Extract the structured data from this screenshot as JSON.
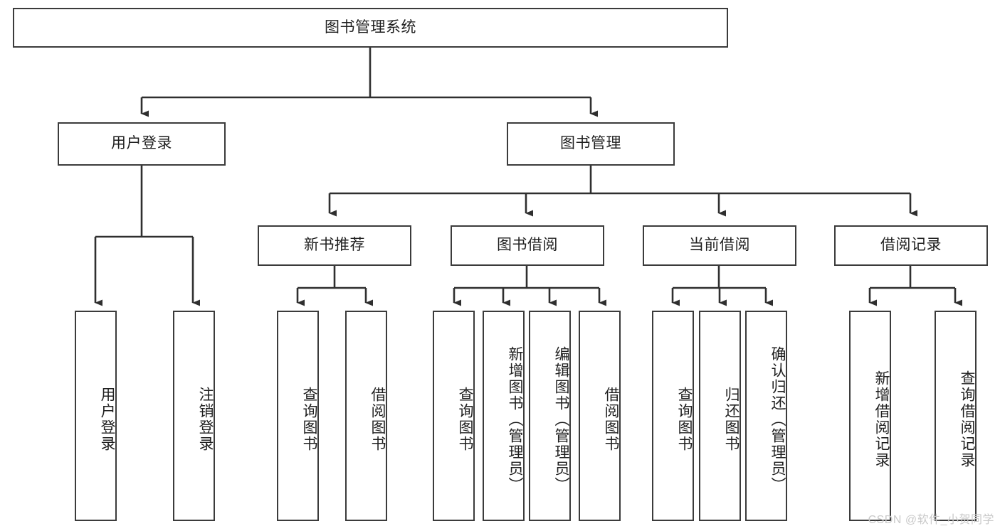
{
  "diagram": {
    "type": "tree",
    "title": "图书管理系统",
    "orientation": "top-down",
    "colors": {
      "stroke": "#3b3b3b",
      "fill": "#ffffff",
      "text": "#1f1f1f",
      "watermark": "#c9c9c9"
    },
    "root": {
      "label": "图书管理系统"
    },
    "level1": [
      {
        "label": "用户登录"
      },
      {
        "label": "图书管理"
      }
    ],
    "level2": [
      {
        "label": "新书推荐"
      },
      {
        "label": "图书借阅"
      },
      {
        "label": "当前借阅"
      },
      {
        "label": "借阅记录"
      }
    ],
    "leaves": {
      "user_login": [
        {
          "label": "用户登录"
        },
        {
          "label": "注销登录"
        }
      ],
      "new_book_recommend": [
        {
          "label": "查询图书"
        },
        {
          "label": "借阅图书"
        }
      ],
      "book_borrow": [
        {
          "label": "查询图书"
        },
        {
          "label": "新增图书（管理员）"
        },
        {
          "label": "编辑图书（管理员）"
        },
        {
          "label": "借阅图书"
        }
      ],
      "current_borrow": [
        {
          "label": "查询图书"
        },
        {
          "label": "归还图书"
        },
        {
          "label": "确认归还（管理员）"
        }
      ],
      "borrow_record": [
        {
          "label": "新增借阅记录"
        },
        {
          "label": "查询借阅记录"
        }
      ]
    }
  },
  "watermark": {
    "text": "CSDN @软件_小贺同学"
  }
}
